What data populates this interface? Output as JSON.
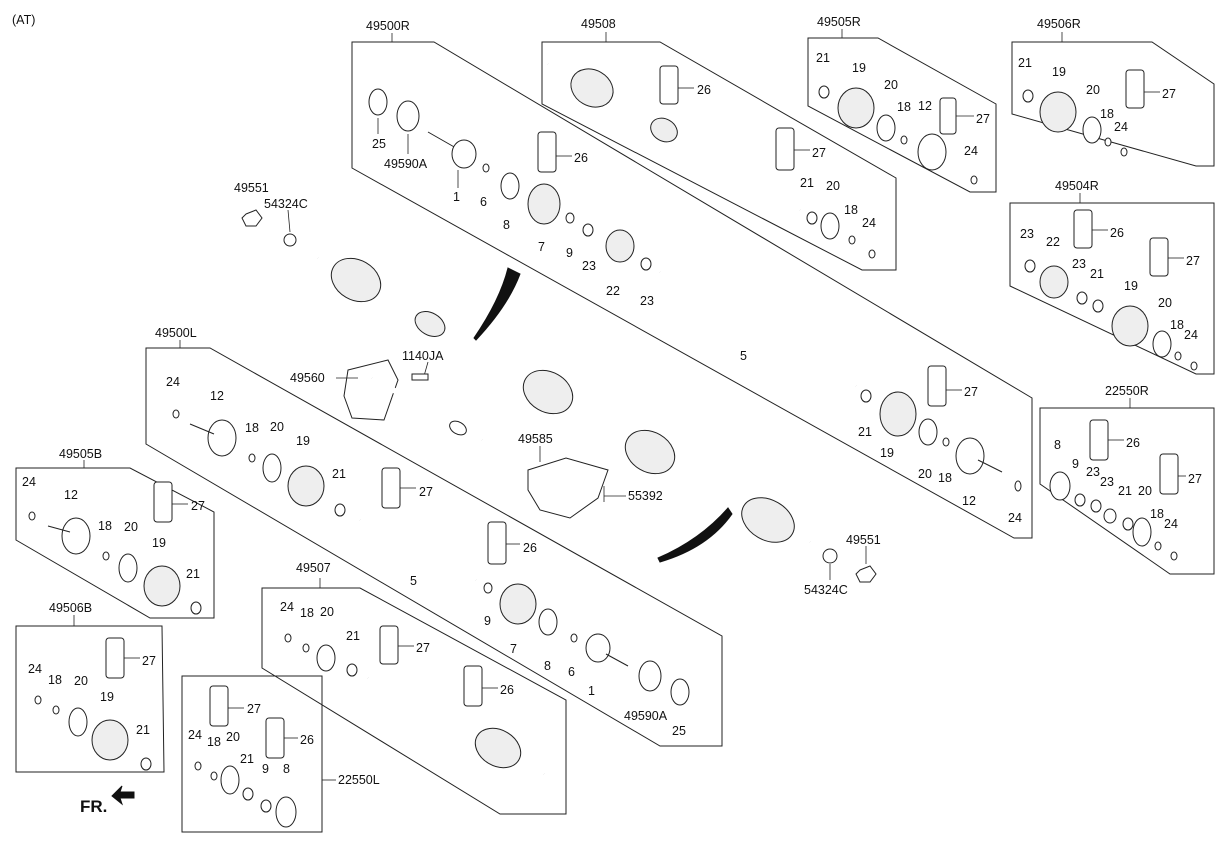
{
  "header": {
    "mode": "(AT)"
  },
  "groups": {
    "g49500R": "49500R",
    "g49508": "49508",
    "g49505R": "49505R",
    "g49506R": "49506R",
    "g49504R": "49504R",
    "g22550R": "22550R",
    "g49500L": "49500L",
    "g49505B": "49505B",
    "g49506B": "49506B",
    "g49507": "49507",
    "g22550L": "22550L"
  },
  "parts": {
    "p49551": "49551",
    "p54324C": "54324C",
    "p1140JA": "1140JA",
    "p49560": "49560",
    "p49585": "49585",
    "p55392": "55392",
    "p49590A": "49590A",
    "n1": "1",
    "n5": "5",
    "n6": "6",
    "n7": "7",
    "n8": "8",
    "n9": "9",
    "n12": "12",
    "n18": "18",
    "n19": "19",
    "n20": "20",
    "n21": "21",
    "n22": "22",
    "n23": "23",
    "n24": "24",
    "n25": "25",
    "n26": "26",
    "n27": "27"
  },
  "footer": {
    "front_marker": "FR."
  }
}
